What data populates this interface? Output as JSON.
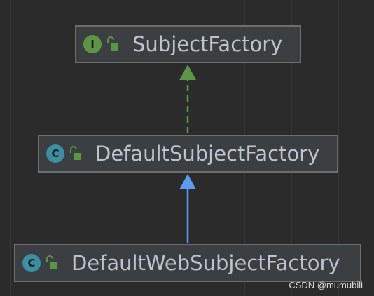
{
  "diagram": {
    "nodes": [
      {
        "id": "subject-factory",
        "kind_letter": "I",
        "kind": "interface",
        "title": "SubjectFactory"
      },
      {
        "id": "default-subject-factory",
        "kind_letter": "C",
        "kind": "class",
        "title": "DefaultSubjectFactory"
      },
      {
        "id": "default-web-subject-factory",
        "kind_letter": "C",
        "kind": "class",
        "title": "DefaultWebSubjectFactory"
      }
    ],
    "edges": [
      {
        "from": "default-subject-factory",
        "to": "subject-factory",
        "type": "implements",
        "style": "dashed",
        "color": "#5c9645"
      },
      {
        "from": "default-web-subject-factory",
        "to": "default-subject-factory",
        "type": "extends",
        "style": "solid",
        "color": "#5a9cf0"
      }
    ]
  },
  "colors": {
    "interface_icon": "#5c9645",
    "class_icon": "#3d8ea3",
    "lock_icon": "#5c9645",
    "node_text": "#bbc4cf"
  },
  "watermark": "CSDN @mumubili"
}
